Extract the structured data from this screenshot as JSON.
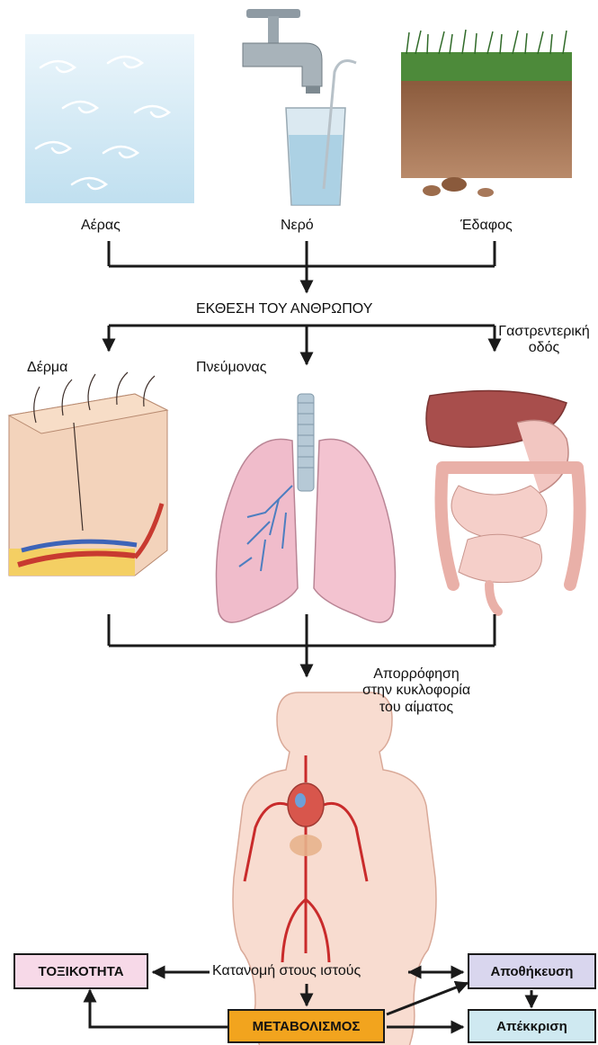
{
  "sources": {
    "air": "Αέρας",
    "water": "Νερό",
    "soil": "Έδαφος"
  },
  "exposure": "ΕΚΘΕΣΗ ΤΟΥ ΑΝΘΡΩΠΟΥ",
  "routes": {
    "skin": "Δέρμα",
    "lung": "Πνεύμονας",
    "gi_line1": "Γαστρεντερική",
    "gi_line2": "οδός"
  },
  "absorption": {
    "line1": "Απορρόφηση",
    "line2": "στην κυκλοφορία",
    "line3": "του αίματος"
  },
  "distribution": "Κατανομή στους ιστούς",
  "boxes": {
    "toxicity": "ΤΟΞΙΚΟΤΗΤΑ",
    "storage": "Αποθήκευση",
    "metabolism": "ΜΕΤΑΒΟΛΙΣΜΟΣ",
    "excretion": "Απέκκριση"
  },
  "colors": {
    "toxicity_fill": "#f7d9e8",
    "storage_fill": "#d9d6ee",
    "metabolism_fill": "#f2a41e",
    "excretion_fill": "#cfe9f1"
  }
}
